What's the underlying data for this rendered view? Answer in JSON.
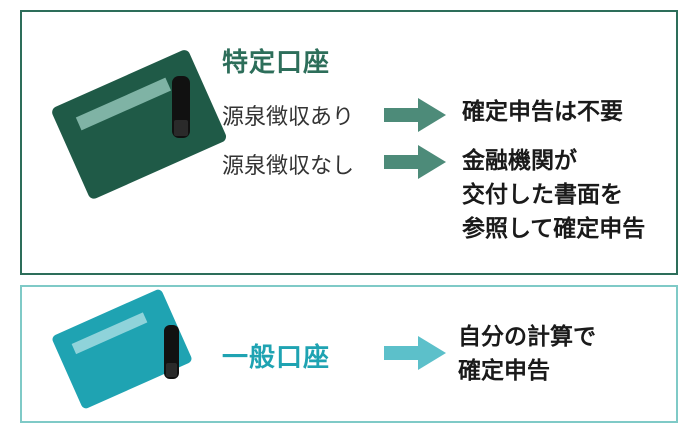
{
  "colors": {
    "tokutei_accent": "#2d6e5a",
    "tokutei_card": "#1f5a47",
    "ippan_accent": "#1fa3b2",
    "ippan_border": "#7fcac7",
    "text": "#1a1a1a"
  },
  "tokutei": {
    "title": "特定口座",
    "rows": [
      {
        "condition": "源泉徴収あり",
        "result_lines": [
          "確定申告は不要"
        ]
      },
      {
        "condition": "源泉徴収なし",
        "result_lines": [
          "金融機関が",
          "交付した書面を",
          "参照して確定申告"
        ]
      }
    ]
  },
  "ippan": {
    "title": "一般口座",
    "result_lines": [
      "自分の計算で",
      "確定申告"
    ]
  }
}
